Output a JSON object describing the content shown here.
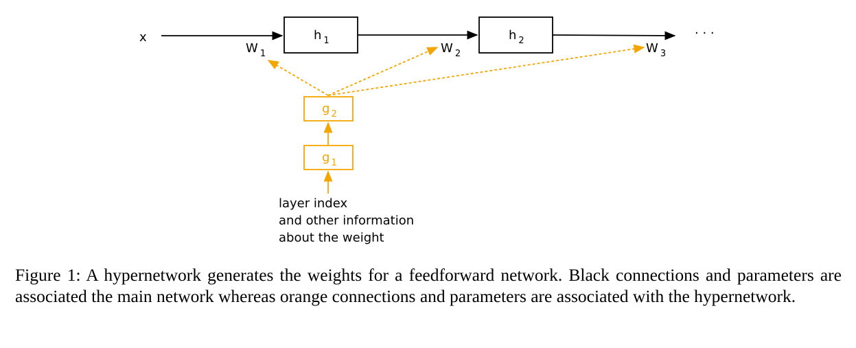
{
  "diagram": {
    "input_label": "x",
    "ellipsis": "· · ·",
    "main_nodes": [
      {
        "label": "h",
        "sub": "1"
      },
      {
        "label": "h",
        "sub": "2"
      }
    ],
    "weights": [
      {
        "label": "W",
        "sub": "1"
      },
      {
        "label": "W",
        "sub": "2"
      },
      {
        "label": "W",
        "sub": "3"
      }
    ],
    "hyper_nodes": [
      {
        "label": "g",
        "sub": "2"
      },
      {
        "label": "g",
        "sub": "1"
      }
    ],
    "input_note": [
      "layer index",
      "and other information",
      "about the weight"
    ],
    "colors": {
      "main": "#000000",
      "hyper": "#f5a500"
    }
  },
  "caption": "Figure 1: A hypernetwork generates the weights for a feedforward network. Black connections and parameters are associated the main network whereas orange connections and parameters are associated with the hypernetwork."
}
